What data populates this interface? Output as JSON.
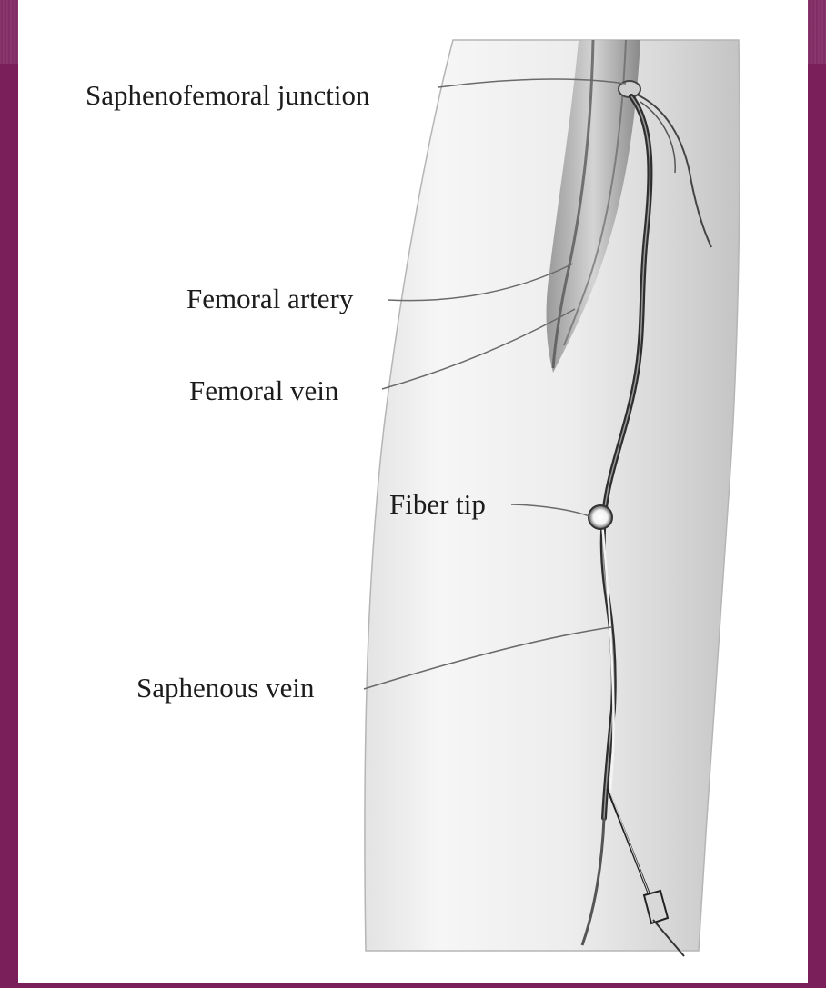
{
  "figure": {
    "labels": {
      "saphenofemoral_junction": "Saphenofemoral junction",
      "femoral_artery": "Femoral artery",
      "femoral_vein": "Femoral vein",
      "fiber_tip": "Fiber tip",
      "saphenous_vein": "Saphenous vein"
    }
  },
  "colors": {
    "border": "#7a1f5a",
    "background": "#ffffff",
    "skin": "#eeeeee",
    "vein": "#3a3a3a",
    "leader_line": "#6a6a6a"
  }
}
